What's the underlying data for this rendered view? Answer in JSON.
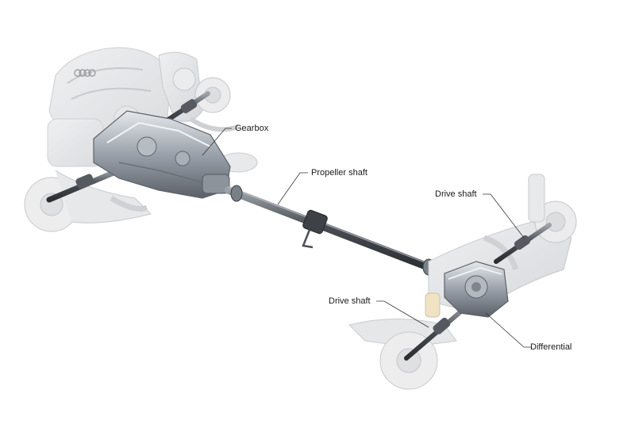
{
  "labels": {
    "gearbox": "Gearbox",
    "propeller_shaft": "Propeller shaft",
    "drive_shaft_upper": "Drive shaft",
    "drive_shaft_lower": "Drive shaft",
    "differential": "Differential"
  },
  "logo_text": "audi-rings-logo",
  "colors": {
    "metal_dark": "#3b3f45",
    "metal_mid": "#8a9099",
    "metal_light": "#c9ced4",
    "ghost_part": "#e3e4e6",
    "ghost_stroke": "#c8c9cc",
    "leader": "#333333"
  }
}
